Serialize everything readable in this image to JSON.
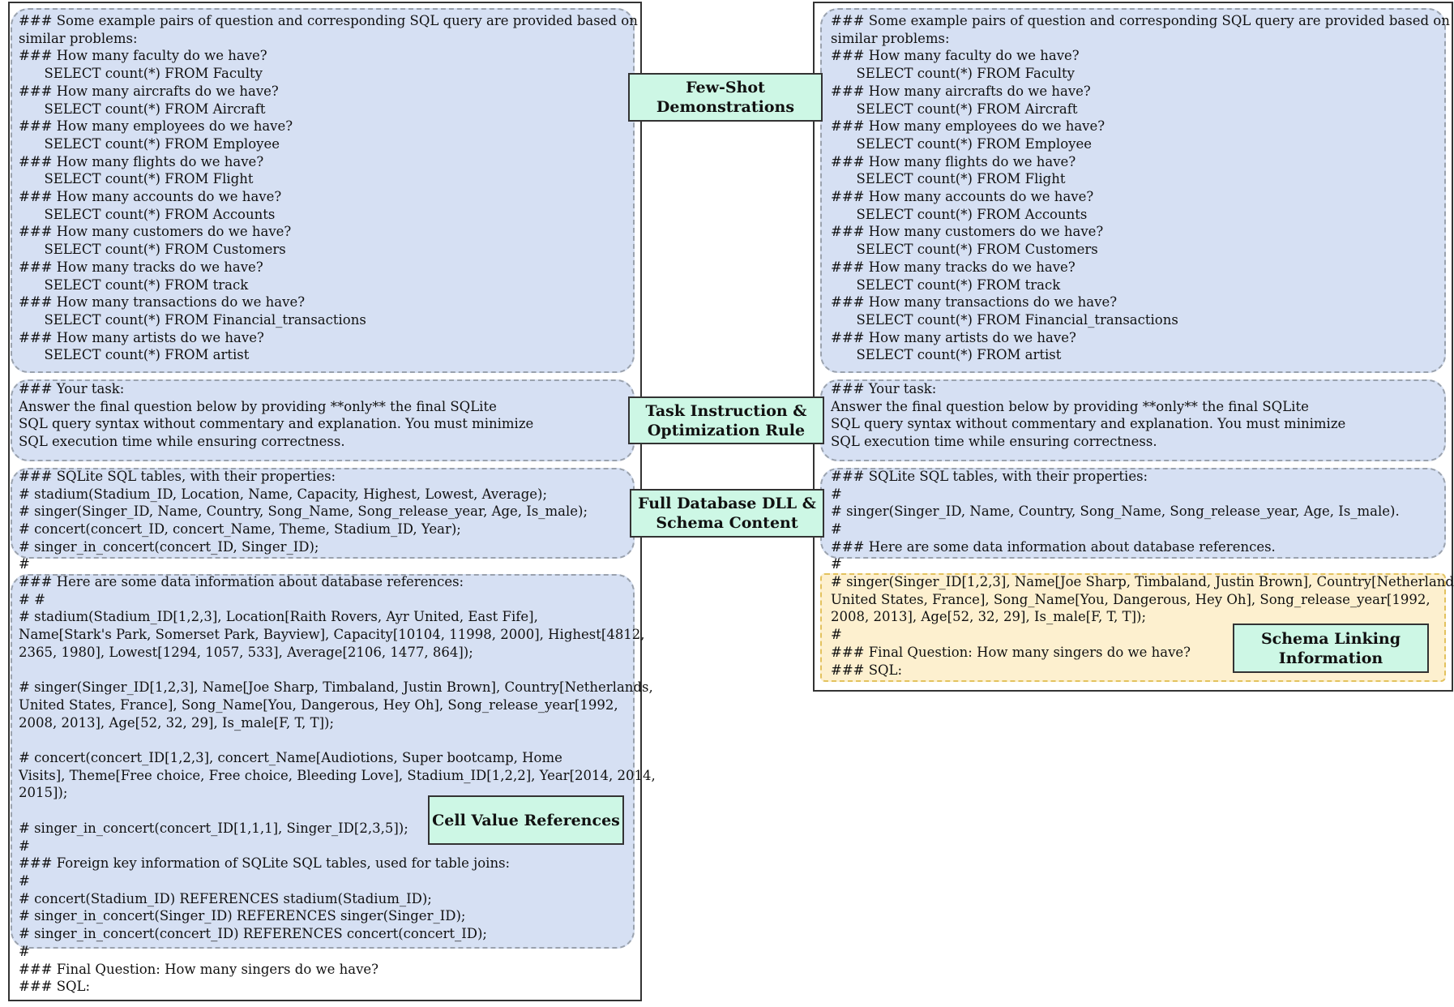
{
  "left": {
    "fewshot_text": "### Some example pairs of question and corresponding SQL query are provided based on\nsimilar problems:\n### How many faculty do we have?\n      SELECT count(*) FROM Faculty\n### How many aircrafts do we have?\n      SELECT count(*) FROM Aircraft\n### How many employees do we have?\n      SELECT count(*) FROM Employee\n### How many flights do we have?\n      SELECT count(*) FROM Flight\n### How many accounts do we have?\n      SELECT count(*) FROM Accounts\n### How many customers do we have?\n      SELECT count(*) FROM Customers\n### How many tracks do we have?\n      SELECT count(*) FROM track\n### How many transactions do we have?\n      SELECT count(*) FROM Financial_transactions\n### How many artists do we have?\n      SELECT count(*) FROM artist",
    "task_text": "### Your task:\nAnswer the final question below by providing **only** the final SQLite\nSQL query syntax without commentary and explanation. You must minimize\nSQL execution time while ensuring correctness.",
    "schema_text": "### SQLite SQL tables, with their properties:\n# stadium(Stadium_ID, Location, Name, Capacity, Highest, Lowest, Average);\n# singer(Singer_ID, Name, Country, Song_Name, Song_release_year, Age, Is_male);\n# concert(concert_ID, concert_Name, Theme, Stadium_ID, Year);\n# singer_in_concert(concert_ID, Singer_ID);",
    "sep1": "#",
    "values_text": "### Here are some data information about database references:\n# #\n# stadium(Stadium_ID[1,2,3], Location[Raith Rovers, Ayr United, East Fife],\nName[Stark's Park, Somerset Park, Bayview], Capacity[10104, 11998, 2000], Highest[4812,\n2365, 1980], Lowest[1294, 1057, 533], Average[2106, 1477, 864]);\n\n# singer(Singer_ID[1,2,3], Name[Joe Sharp, Timbaland, Justin Brown], Country[Netherlands,\nUnited States, France], Song_Name[You, Dangerous, Hey Oh], Song_release_year[1992,\n2008, 2013], Age[52, 32, 29], Is_male[F, T, T]);\n\n# concert(concert_ID[1,2,3], concert_Name[Audiotions, Super bootcamp, Home\nVisits], Theme[Free choice, Free choice, Bleeding Love], Stadium_ID[1,2,2], Year[2014, 2014,\n2015]);\n\n# singer_in_concert(concert_ID[1,1,1], Singer_ID[2,3,5]);\n#\n### Foreign key information of SQLite SQL tables, used for table joins:\n#\n# concert(Stadium_ID) REFERENCES stadium(Stadium_ID);\n# singer_in_concert(Singer_ID) REFERENCES singer(Singer_ID);\n# singer_in_concert(concert_ID) REFERENCES concert(concert_ID);",
    "tail_text": "#\n### Final Question: How many singers do we have?\n### SQL:"
  },
  "right": {
    "fewshot_text": "### Some example pairs of question and corresponding SQL query are provided based on\nsimilar problems:\n### How many faculty do we have?\n      SELECT count(*) FROM Faculty\n### How many aircrafts do we have?\n      SELECT count(*) FROM Aircraft\n### How many employees do we have?\n      SELECT count(*) FROM Employee\n### How many flights do we have?\n      SELECT count(*) FROM Flight\n### How many accounts do we have?\n      SELECT count(*) FROM Accounts\n### How many customers do we have?\n      SELECT count(*) FROM Customers\n### How many tracks do we have?\n      SELECT count(*) FROM track\n### How many transactions do we have?\n      SELECT count(*) FROM Financial_transactions\n### How many artists do we have?\n      SELECT count(*) FROM artist",
    "task_text": "### Your task:\nAnswer the final question below by providing **only** the final SQLite\nSQL query syntax without commentary and explanation. You must minimize\nSQL execution time while ensuring correctness.",
    "schema_text": "### SQLite SQL tables, with their properties:\n#\n# singer(Singer_ID, Name, Country, Song_Name, Song_release_year, Age, Is_male).\n#\n### Here are some data information about database references.",
    "sep1": "#",
    "linking_text": "# singer(Singer_ID[1,2,3], Name[Joe Sharp, Timbaland, Justin Brown], Country[Netherlands,\nUnited States, France], Song_Name[You, Dangerous, Hey Oh], Song_release_year[1992,\n2008, 2013], Age[52, 32, 29], Is_male[F, T, T]);\n#\n### Final Question: How many singers do we have?\n### SQL:"
  },
  "labels": {
    "fewshot": "Few-Shot\nDemonstrations",
    "task": "Task Instruction &\nOptimization Rule",
    "schema": "Full Database DLL &\nSchema Content",
    "cell_values": "Cell Value References",
    "schema_linking": "Schema Linking\nInformation"
  }
}
